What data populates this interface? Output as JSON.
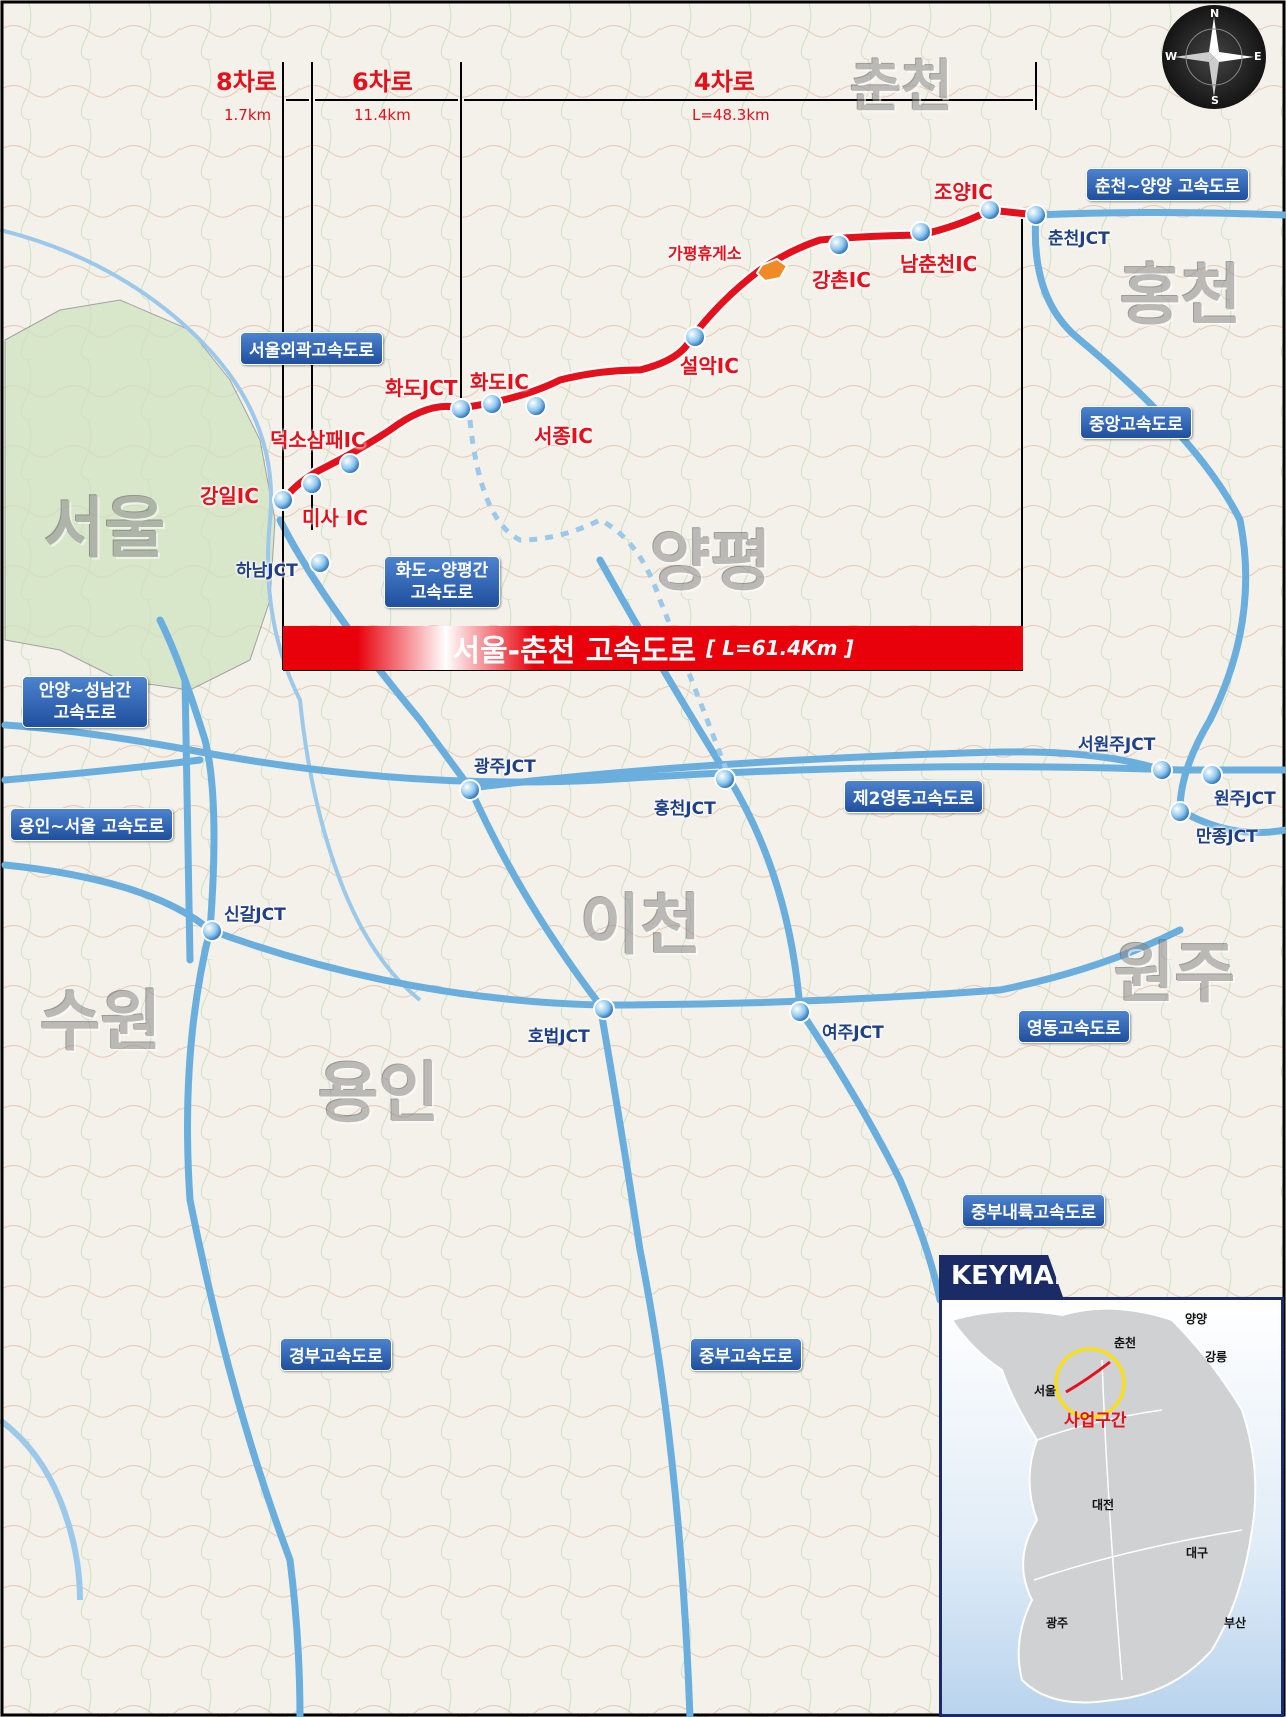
{
  "lanes": [
    {
      "label": "8차로",
      "dist": "1.7km"
    },
    {
      "label": "6차로",
      "dist": "11.4km"
    },
    {
      "label": "4차로",
      "dist": "L=48.3km"
    }
  ],
  "interchanges": [
    "강일IC",
    "덕소삼패IC",
    "미사 IC",
    "화도JCT",
    "화도IC",
    "서종IC",
    "설악IC",
    "가평휴게소",
    "강촌IC",
    "남춘천IC",
    "조양IC"
  ],
  "junctions": [
    "하남JCT",
    "광주JCT",
    "홍천JCT",
    "서원주JCT",
    "원주JCT",
    "만종JCT",
    "신갈JCT",
    "호법JCT",
    "여주JCT",
    "춘천JCT"
  ],
  "highways": {
    "seoul_outer": "서울외곽고속도로",
    "chuncheon_yangyang": "춘천~양양 고속도로",
    "jungang": "중앙고속도로",
    "hwado_yangpyeong": "화도~양평간 고속도로",
    "anyang_seongnam": "안양~성남간 고속도로",
    "yongin_seoul": "용인~서울 고속도로",
    "second_yeongdong": "제2영동고속도로",
    "yeongdong": "영동고속도로",
    "jungbu_naeryuk": "중부내륙고속도로",
    "gyeongbu": "경부고속도로",
    "jungbu": "중부고속도로"
  },
  "cities": [
    "서울",
    "양평",
    "홍천",
    "춘천",
    "이천",
    "원주",
    "수원",
    "용인"
  ],
  "title": {
    "name": "서울-춘천 고속도로",
    "length": "[ L=61.4Km ]"
  },
  "keymap": {
    "heading": "KEYMAP",
    "cities": [
      "양양",
      "춘천",
      "강릉",
      "서울",
      "대전",
      "대구",
      "광주",
      "부산"
    ],
    "project_label": "사업구간"
  },
  "compass": {
    "n": "N",
    "s": "S",
    "e": "E",
    "w": "W"
  },
  "colors": {
    "route": "#e4101b",
    "highway": "#6aaede",
    "tag": "#2a5aa8",
    "keymap_frame": "#1b2b66"
  }
}
